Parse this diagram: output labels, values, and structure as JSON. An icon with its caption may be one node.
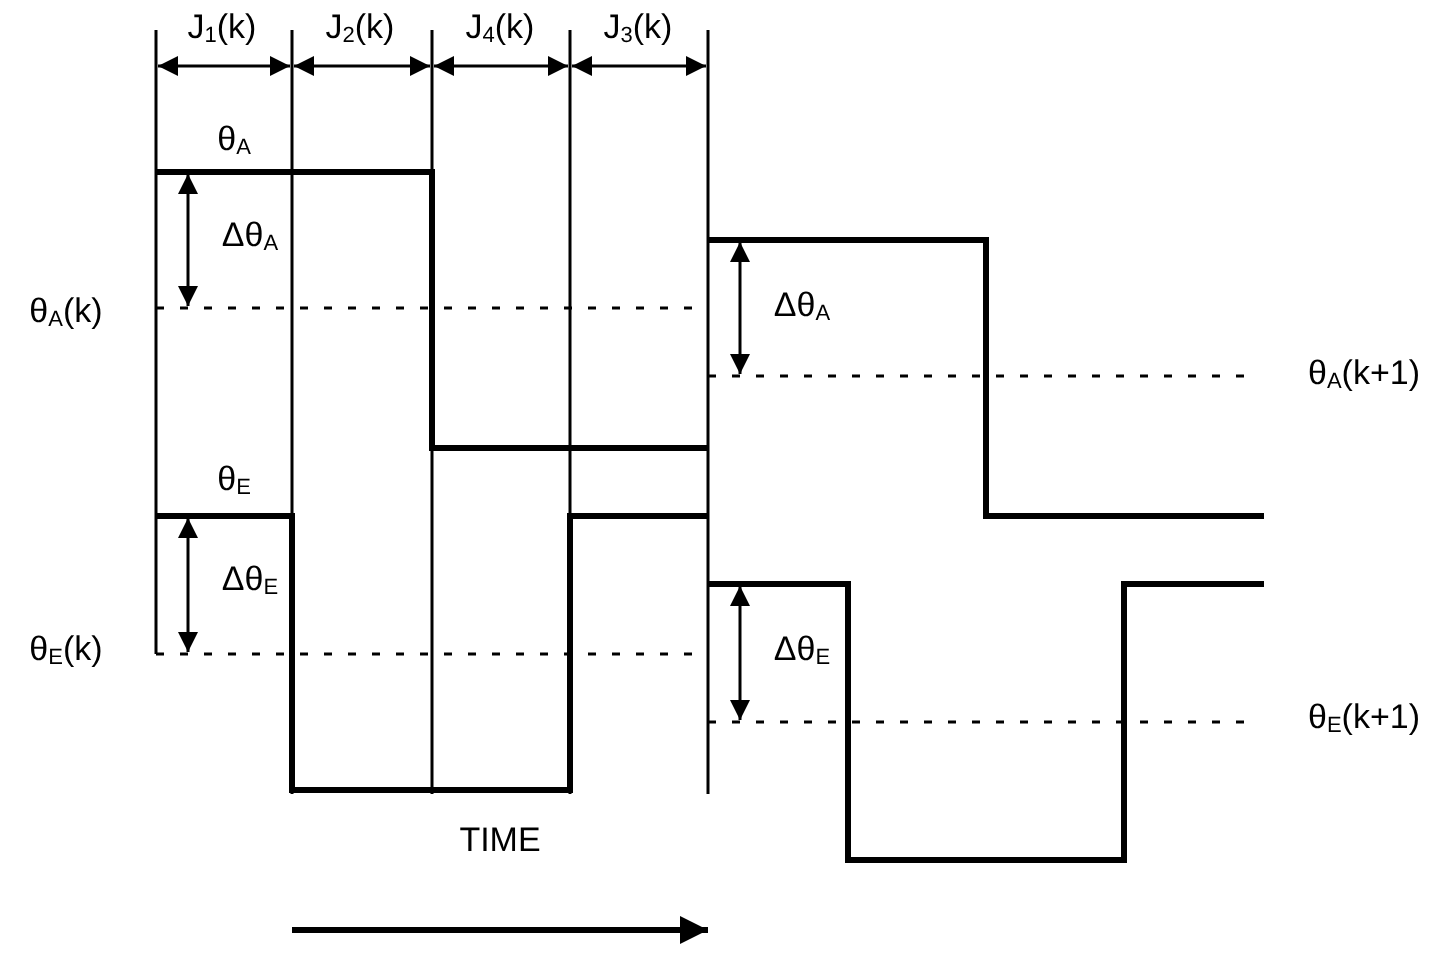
{
  "diagram": {
    "labels": [
      "J$_{1}$(k)",
      "J$_{2}$(k)",
      "J$_{4}$(k)",
      "J$_{3}$(k)",
      "θ$_{A}$",
      "Δθ$_{A}$",
      "θ$_{A}$(k)",
      "θ$_{E}$",
      "Δθ$_{E}$",
      "θ$_{E}$(k)",
      "Δθ$_{A}$",
      "θ$_{A}$(k+1)",
      "Δθ$_{E}$",
      "θ$_{E}$(k+1)",
      "TIME"
    ]
  }
}
